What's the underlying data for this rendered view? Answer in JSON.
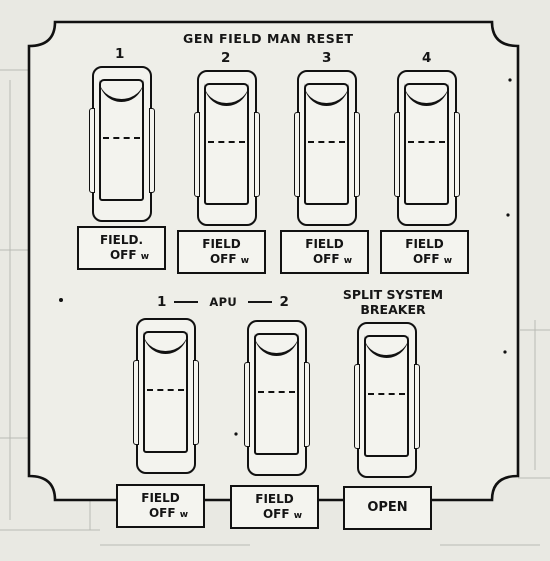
{
  "panel": {
    "title": "GEN FIELD MAN RESET"
  },
  "generators": [
    {
      "number": "1",
      "legend_line1": "FIELD.",
      "legend_line2": "OFF",
      "legend_suffix": "w"
    },
    {
      "number": "2",
      "legend_line1": "FIELD",
      "legend_line2": "OFF",
      "legend_suffix": "w"
    },
    {
      "number": "3",
      "legend_line1": "FIELD",
      "legend_line2": "OFF",
      "legend_suffix": "w"
    },
    {
      "number": "4",
      "legend_line1": "FIELD",
      "legend_line2": "OFF",
      "legend_suffix": "w"
    }
  ],
  "apu": {
    "label_left": "1",
    "label_word": "APU",
    "label_right": "2",
    "switches": [
      {
        "legend_line1": "FIELD",
        "legend_line2": "OFF",
        "legend_suffix": "w"
      },
      {
        "legend_line1": "FIELD",
        "legend_line2": "OFF",
        "legend_suffix": "w"
      }
    ]
  },
  "split_system_breaker": {
    "label_line1": "SPLIT SYSTEM",
    "label_line2": "BREAKER",
    "legend": "OPEN"
  }
}
